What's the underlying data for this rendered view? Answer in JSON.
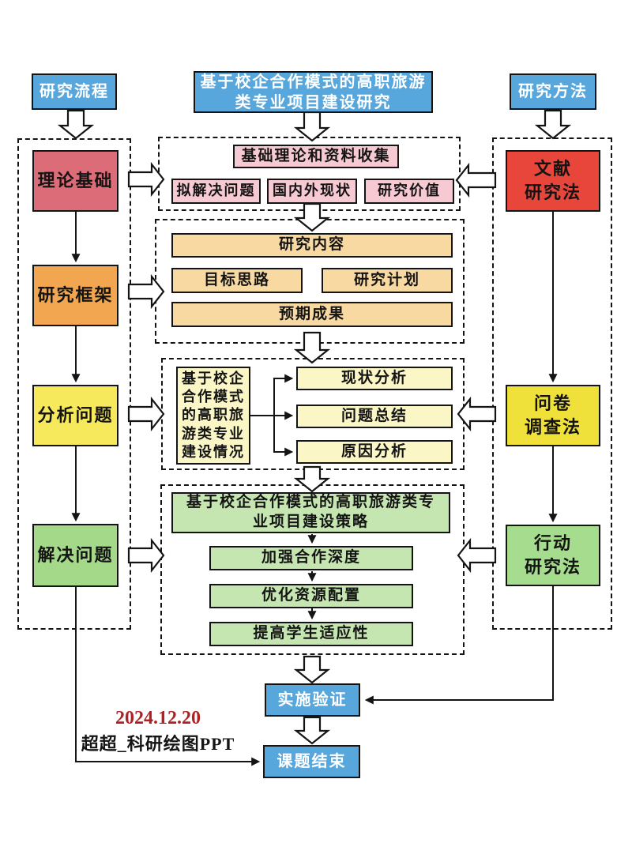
{
  "colors": {
    "blue": "#57A7DD",
    "salmon": "#DC6C77",
    "red": "#E8453B",
    "orange": "#F2A64F",
    "yellow": "#F7E95C",
    "bright_yellow": "#F0E03A",
    "green": "#A5D98A",
    "method_green": "#A6DC8D",
    "pink": "#F7C9D2",
    "light_orange": "#F8D9A2",
    "light_yellow": "#FAF6C6",
    "light_green": "#C5E6B0",
    "date_red": "#B02125"
  },
  "header": {
    "flow_badge": "研究流程",
    "title_lines": [
      "基于校企合作模式的高职旅游",
      "类专业项目建设研究"
    ],
    "method_badge": "研究方法"
  },
  "left_flow": {
    "theory": "理论基础",
    "framework": "研究框架",
    "analyze": "分析问题",
    "solve": "解决问题"
  },
  "right_methods": {
    "literature_lines": [
      "文献",
      "研究法"
    ],
    "questionnaire_lines": [
      "问卷",
      "调查法"
    ],
    "action_lines": [
      "行动",
      "研究法"
    ]
  },
  "foundation_section": {
    "header": "基础理论和资料收集",
    "items": [
      "拟解决问题",
      "国内外现状",
      "研究价值"
    ]
  },
  "framework_section": {
    "content": "研究内容",
    "goal": "目标思路",
    "plan": "研究计划",
    "outcome": "预期成果"
  },
  "analysis_section": {
    "source_lines": [
      "基于校企",
      "合作模式",
      "的高职旅",
      "游类专业",
      "建设情况"
    ],
    "targets": [
      "现状分析",
      "问题总结",
      "原因分析"
    ]
  },
  "solution_section": {
    "header_lines": [
      "基于校企合作模式的高职旅游类专",
      "业项目建设策略"
    ],
    "steps": [
      "加强合作深度",
      "优化资源配置",
      "提高学生适应性"
    ]
  },
  "footer": {
    "verify": "实施验证",
    "finish": "课题结束",
    "date": "2024.12.20",
    "credit": "超超_科研绘图PPT"
  }
}
